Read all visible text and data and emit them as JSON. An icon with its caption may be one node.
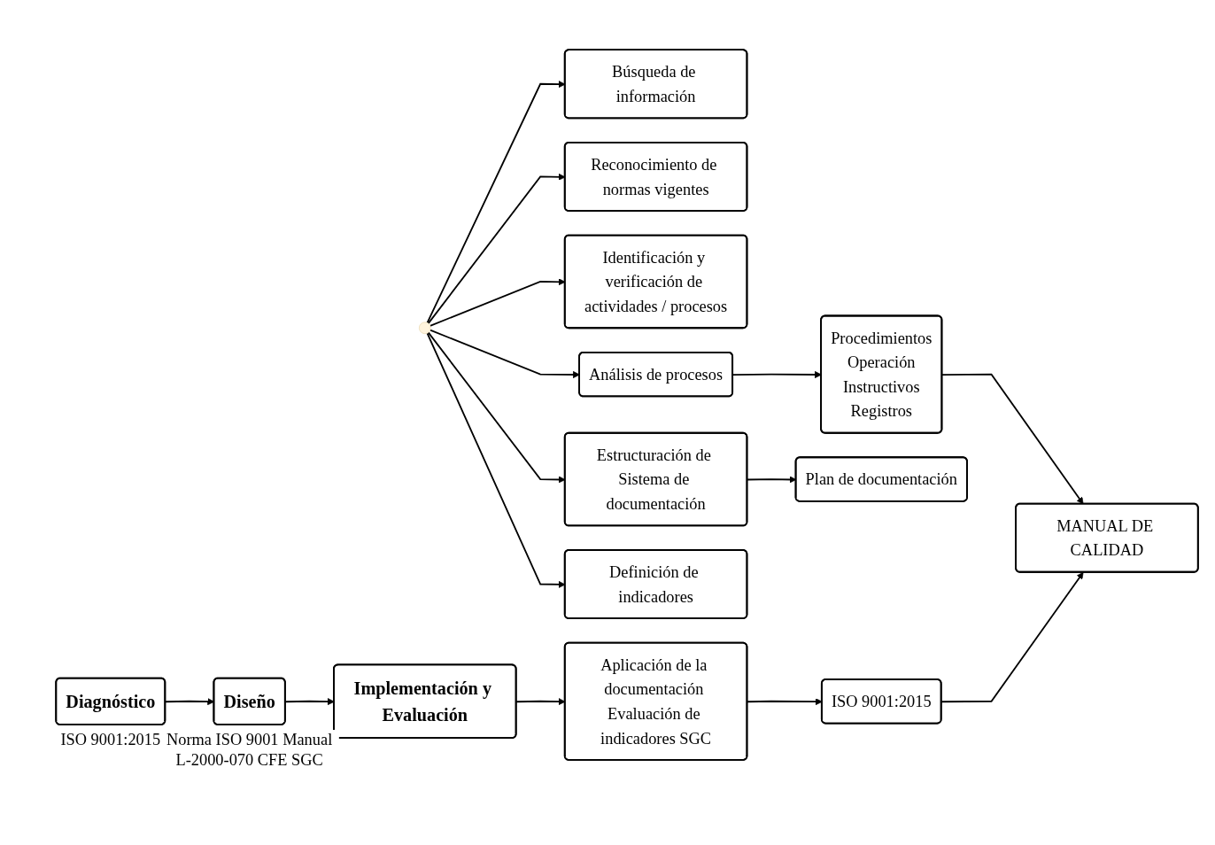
{
  "diagram": {
    "nodes": [
      {
        "text": [
          "Diagnóstico"
        ],
        "beside": [
          "ISO 9001:2015"
        ]
      },
      {
        "text": [
          "Diseño"
        ],
        "beside": [
          "Norma ISO 9001 Manual L-2000-070 CFE SGC"
        ]
      },
      {
        "text": [
          "Implementación y Evaluación"
        ]
      },
      {
        "text": [
          "Búsqueda de información"
        ]
      },
      {
        "text": [
          "Reconocimiento de normas vigentes"
        ]
      },
      {
        "text": [
          "Identificación y verificación de actividades / procesos"
        ]
      },
      {
        "text": [
          "Análisis de procesos"
        ]
      },
      {
        "text": [
          "Estructuración de Sistema de documentación"
        ]
      },
      {
        "text": [
          "Definición de indicadores"
        ]
      },
      {
        "text": [
          "Procedimientos",
          "Operación",
          "Instructivos",
          "Registros"
        ]
      },
      {
        "text": [
          "Plan de documentación"
        ]
      },
      {
        "text": [
          "MANUAL DE CALIDAD"
        ]
      },
      {
        "text": [
          "Aplicación de la documentación Evaluación de indicadores SGC"
        ]
      },
      {
        "text": [
          "ISO 9001:2015"
        ]
      }
    ],
    "edges": [
      {
        "from": 0,
        "to": 1,
        "arrow": "to"
      },
      {
        "from": 1,
        "to": 2,
        "arrow": "to"
      },
      {
        "from": null,
        "to": 3,
        "arrow": "to"
      },
      {
        "from": null,
        "to": 4,
        "arrow": "to"
      },
      {
        "from": null,
        "to": 5,
        "arrow": "to"
      },
      {
        "from": null,
        "to": 6,
        "arrow": "to"
      },
      {
        "from": null,
        "to": 7,
        "arrow": "to"
      },
      {
        "from": null,
        "to": 8,
        "arrow": "to"
      },
      {
        "from": 6,
        "to": 9,
        "arrow": "to"
      },
      {
        "from": 7,
        "to": 10,
        "arrow": "to"
      },
      {
        "from": 9,
        "to": 11,
        "arrow": "to"
      },
      {
        "from": 2,
        "to": 12,
        "arrow": "to"
      },
      {
        "from": 12,
        "to": 13,
        "arrow": "to"
      },
      {
        "from": 13,
        "to": 11,
        "arrow": "to"
      }
    ]
  }
}
